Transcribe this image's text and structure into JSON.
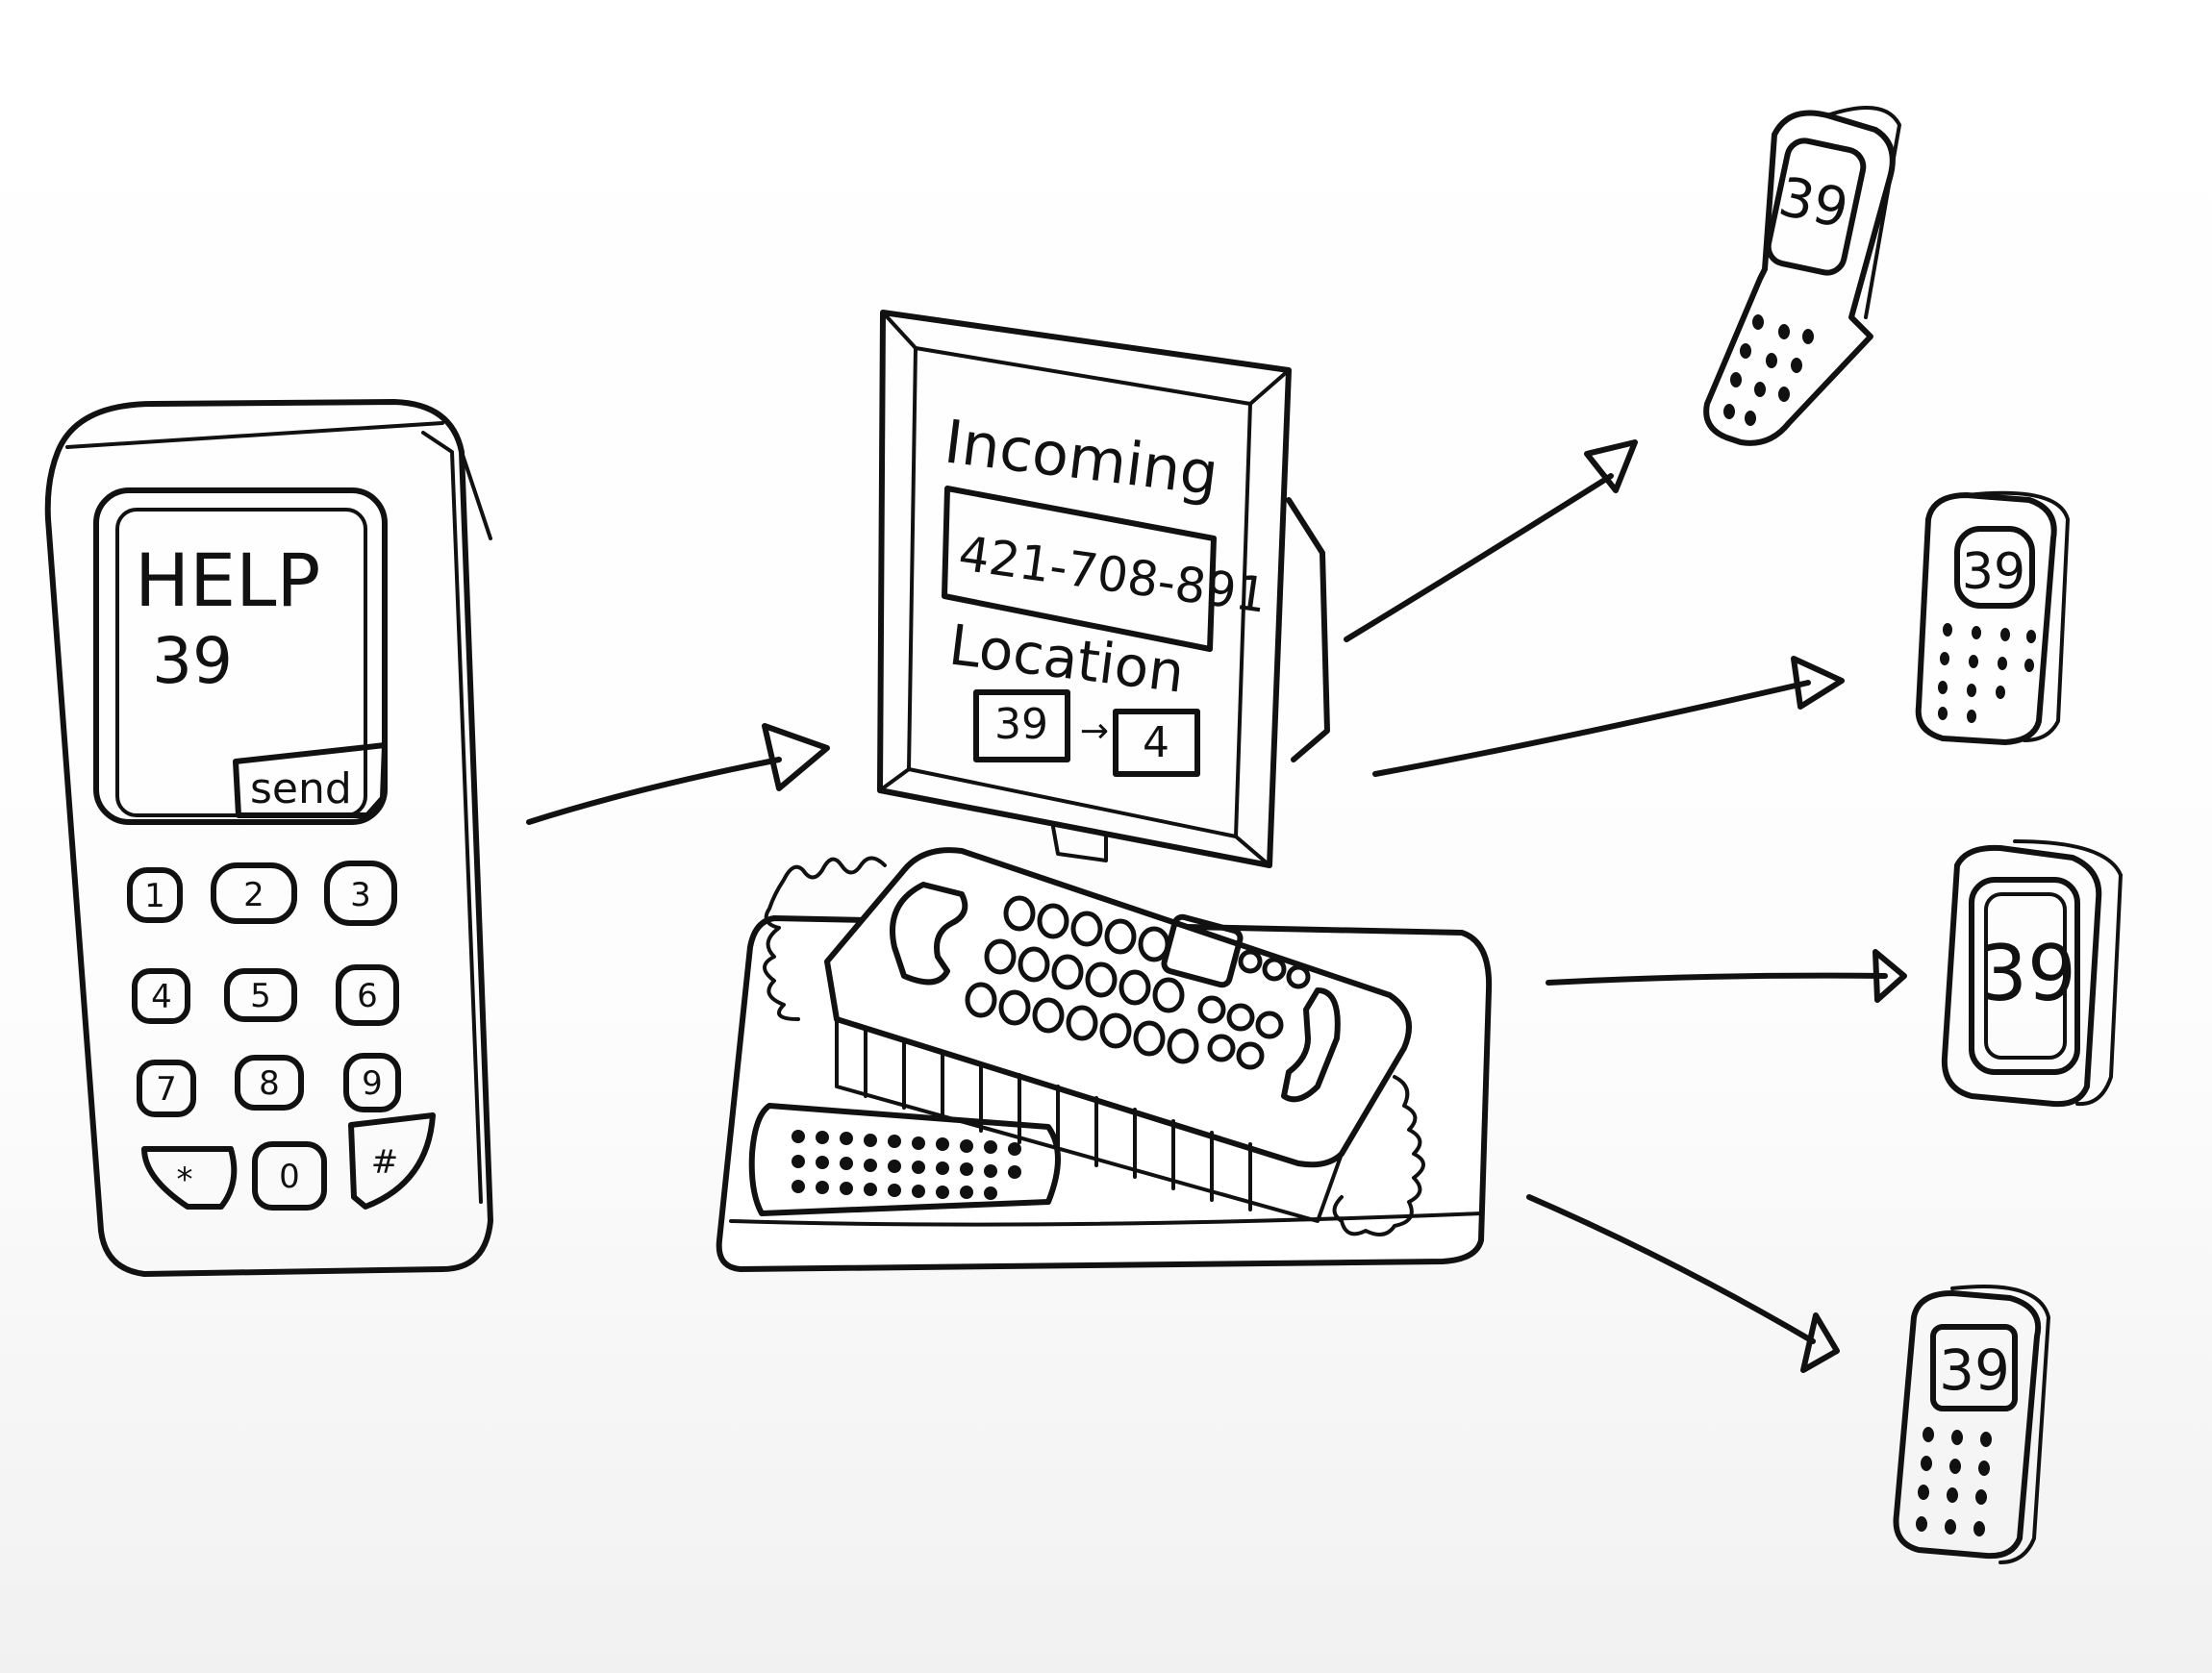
{
  "sender_phone": {
    "screen_line1": "HELP",
    "screen_line2": "39",
    "send_label": "send",
    "keys": [
      "1",
      "2",
      "3",
      "4",
      "5",
      "6",
      "7",
      "8",
      "9",
      "*",
      "0",
      "#"
    ]
  },
  "dispatch_station": {
    "incoming_label": "Incoming",
    "phone_number": "421-708-891",
    "location_label": "Location",
    "location_from": "39",
    "location_arrow": "→",
    "location_to": "4"
  },
  "recipient_phones": [
    {
      "screen": "39"
    },
    {
      "screen": "39"
    },
    {
      "screen": "39"
    },
    {
      "screen": "39"
    }
  ]
}
